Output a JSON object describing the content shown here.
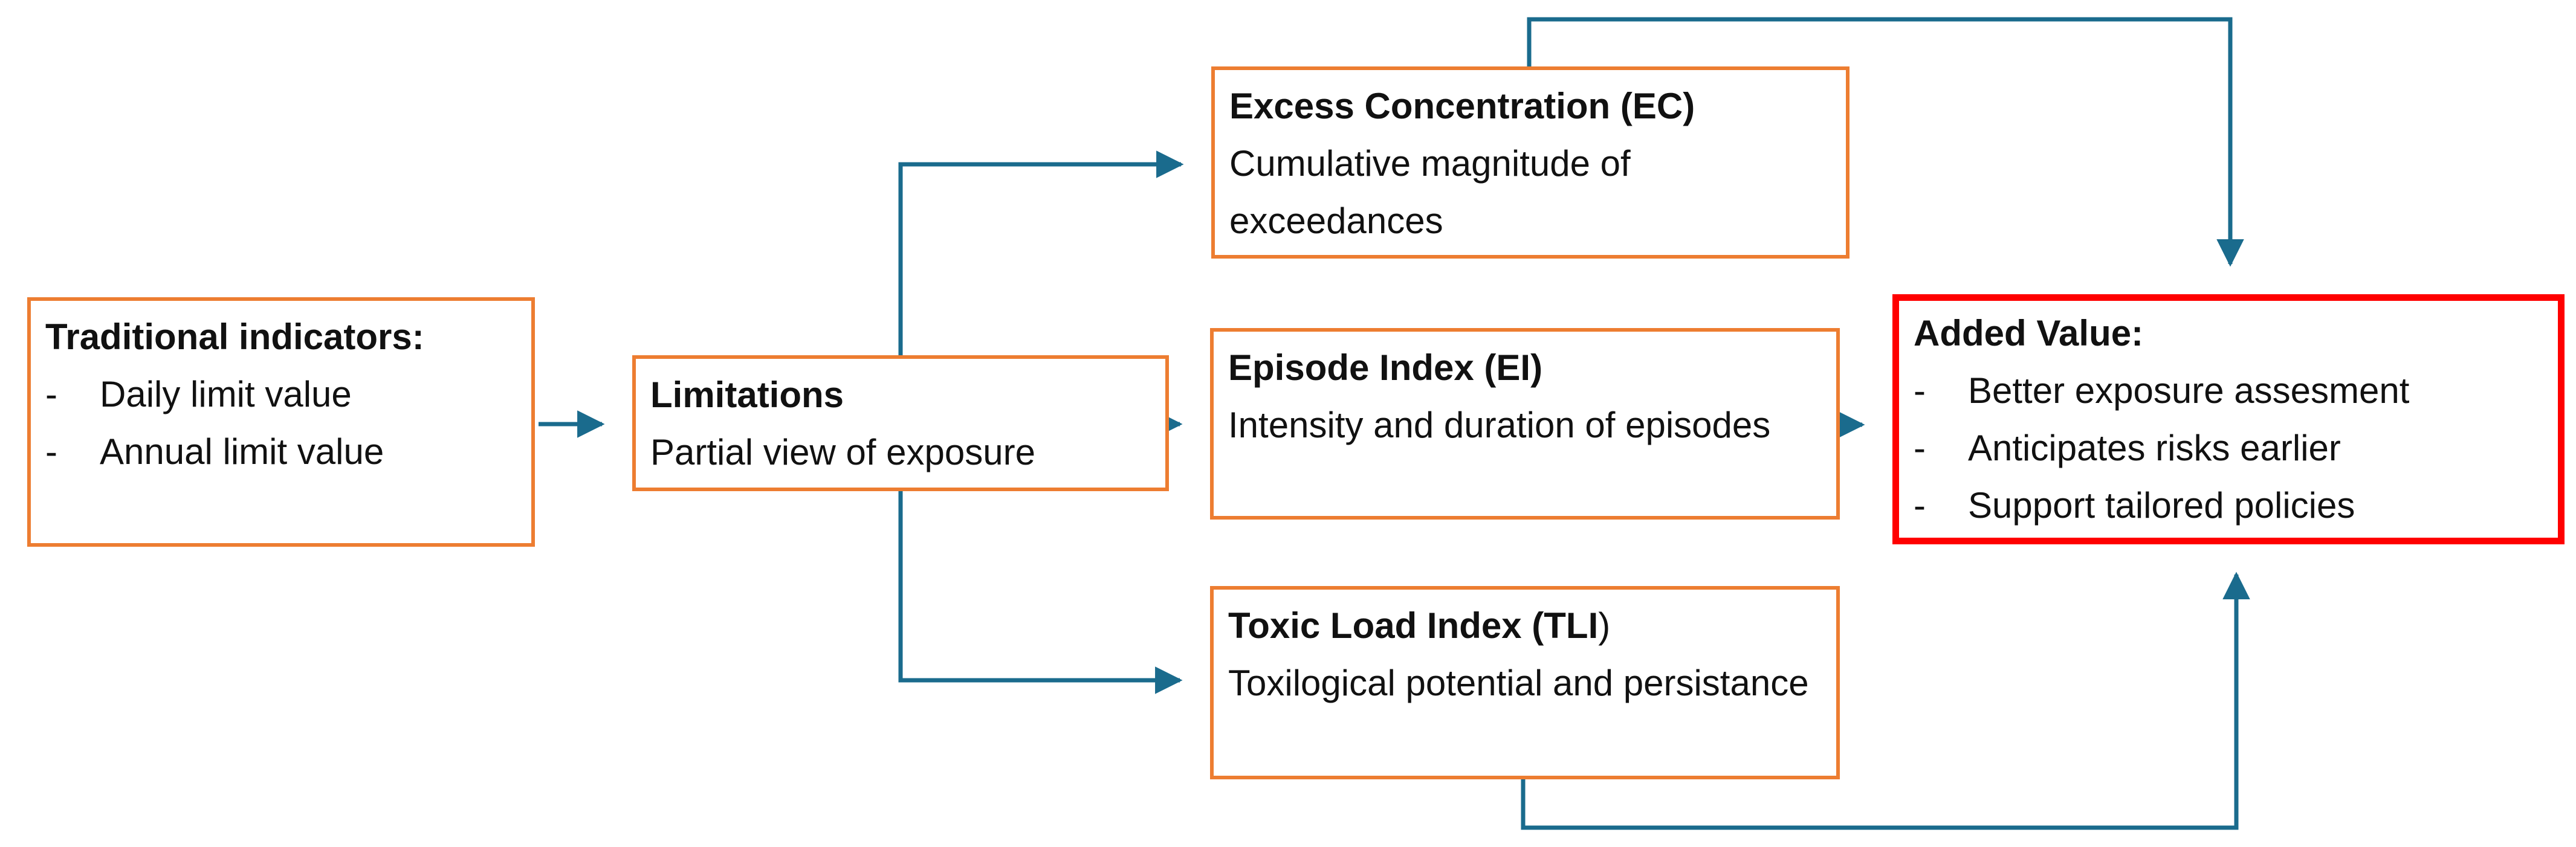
{
  "diagram": {
    "bullet_marker": "-",
    "colors": {
      "box_border_orange": "#ED7D31",
      "highlight_border_red": "#FF0000",
      "connector_teal": "#1A6B8D",
      "text": "#111111",
      "background": "#FFFFFF"
    },
    "boxes": {
      "traditional": {
        "title": "Traditional indicators:",
        "bullets": [
          "Daily limit value",
          "Annual limit value"
        ]
      },
      "limitations": {
        "title": "Limitations",
        "body": "Partial view of exposure"
      },
      "excess_concentration": {
        "title": "Excess Concentration (EC)",
        "body": "Cumulative magnitude of exceedances"
      },
      "episode_index": {
        "title": "Episode Index (EI)",
        "body": "Intensity and duration of episodes"
      },
      "toxic_load_index": {
        "title_bold": "Toxic Load Index (TLI",
        "title_tail": ")",
        "body": "Toxilogical potential and persistance"
      },
      "added_value": {
        "title": "Added Value:",
        "bullets": [
          "Better exposure assesment",
          "Anticipates risks earlier",
          "Support tailored policies"
        ]
      }
    }
  }
}
